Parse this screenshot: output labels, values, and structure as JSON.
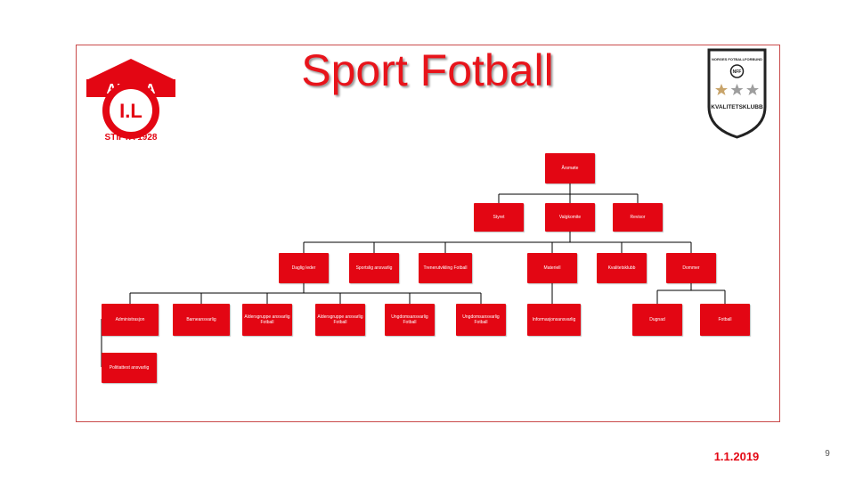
{
  "title": "Sport Fotball",
  "logo_left": {
    "name": "AKSLA",
    "initials": "I.L",
    "ring_text": "STIFTA 1928"
  },
  "logo_right": {
    "top_text": "NORGES FOTBALLFORBUND",
    "badge_text": "NFF",
    "bottom_text": "KVALITETSKLUBB"
  },
  "org": {
    "root": "Årsmøte",
    "level2": [
      "Styret",
      "Valgkomite",
      "Revisor"
    ],
    "level3": [
      "Daglig leder",
      "Sportslig ansvarlig",
      "Trenerutvikling Fotball",
      "Materiell",
      "Kvalitetsklubb",
      "Dommer"
    ],
    "level4": [
      "Administrasjon",
      "Barneansvarlig",
      "Aldersgruppe ansvarlig Fotball",
      "Aldersgruppe ansvarlig Fotball",
      "Ungdomsansvarlig Fotball",
      "Ungdomsansvarlig Fotball",
      "Informasjonsansvarlig",
      "Dugnad",
      "Fotball"
    ],
    "level5": [
      "Politiattest ansvarlig"
    ]
  },
  "footer": {
    "date": "1.1.2019",
    "page": "9"
  },
  "colors": {
    "accent": "#e30613",
    "frame": "#c94a4a"
  }
}
